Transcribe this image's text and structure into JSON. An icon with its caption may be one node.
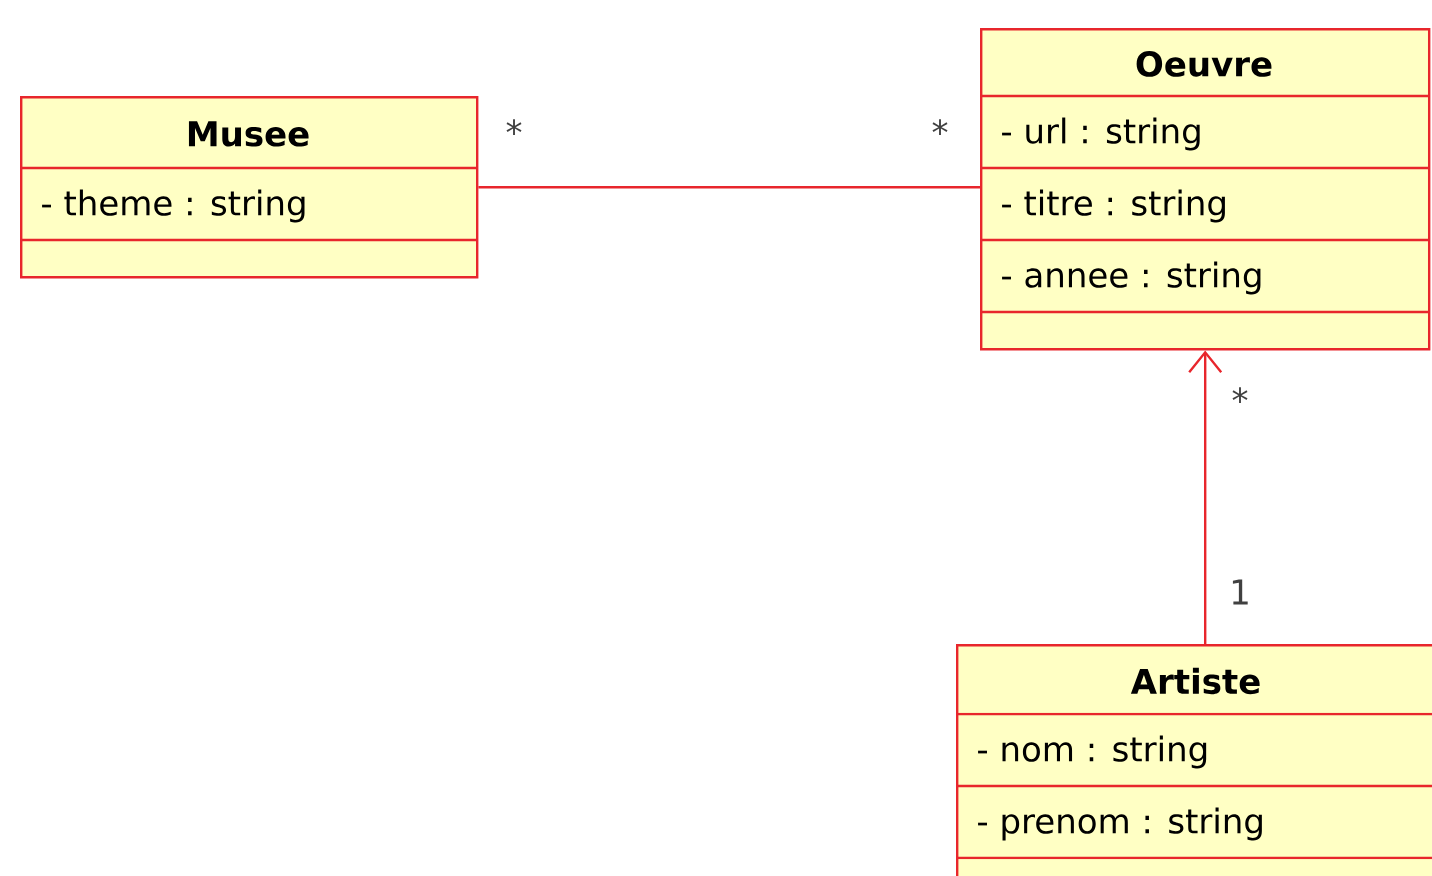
{
  "diagram": {
    "nodes": [
      {
        "text": [
          "Musee",
          "- theme : string"
        ]
      },
      {
        "text": [
          "Oeuvre",
          "- url : string",
          "- titre : string",
          "- annee : string"
        ]
      },
      {
        "text": [
          "Artiste",
          "- nom : string",
          "- prenom : string"
        ]
      }
    ],
    "edges": [
      {
        "from": 0,
        "to": 1,
        "arrow": "none"
      },
      {
        "from": 2,
        "to": 1,
        "arrow": "to"
      }
    ],
    "labels": [
      "*",
      "*",
      "*",
      "1"
    ]
  }
}
